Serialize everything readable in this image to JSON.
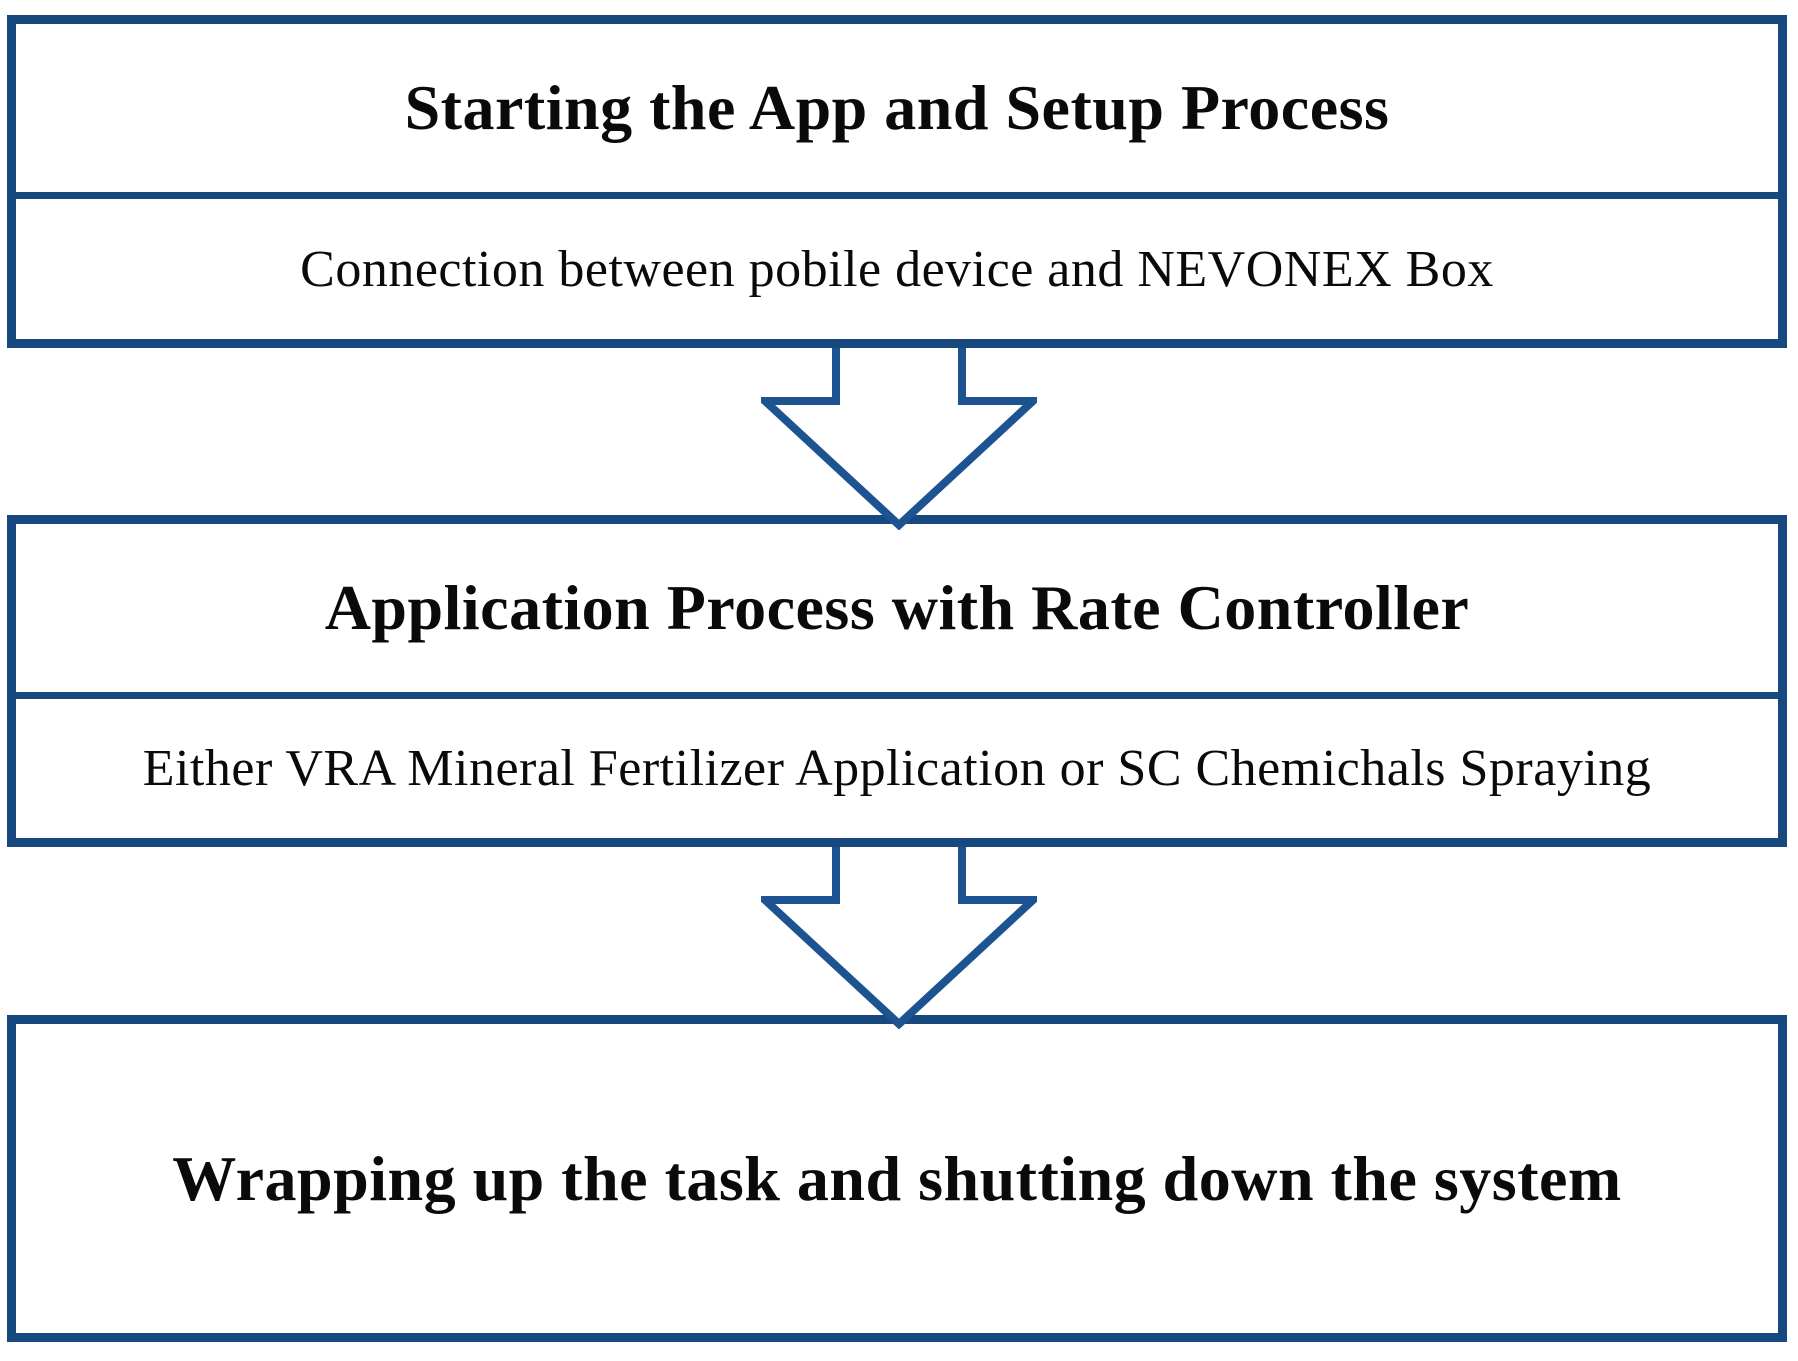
{
  "figure": {
    "type": "flowchart",
    "background": "#ffffff",
    "border_color": "#17487e",
    "arrow_color": "#1d5391",
    "text_color": "#0a0a0a"
  },
  "steps": [
    {
      "title": "Starting the App and Setup Process",
      "subtitle": "Connection between pobile device and NEVONEX Box"
    },
    {
      "title": "Application Process with Rate Controller",
      "subtitle": "Either VRA Mineral Fertilizer Application or SC Chemichals Spraying"
    },
    {
      "title": "Wrapping up the task and shutting down the system"
    }
  ],
  "arrows": [
    {
      "icon": "down-arrow",
      "direction": "down"
    },
    {
      "icon": "down-arrow",
      "direction": "down"
    }
  ]
}
